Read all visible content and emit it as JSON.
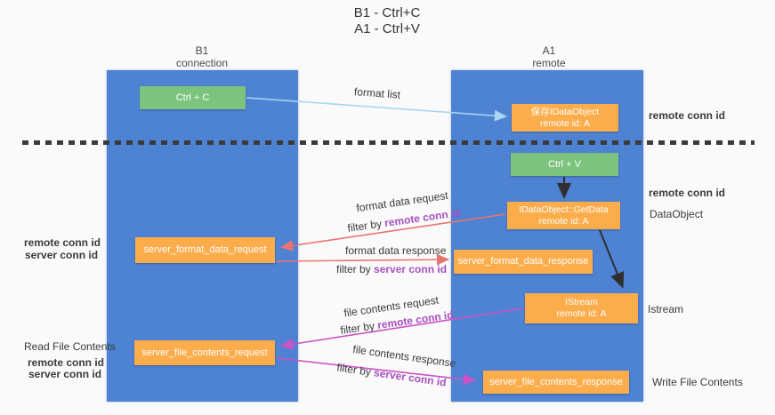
{
  "title": {
    "line1": "B1 - Ctrl+C",
    "line2": "A1 - Ctrl+V"
  },
  "lanes": {
    "left": {
      "name": "B1",
      "role": "connection"
    },
    "right": {
      "name": "A1",
      "role": "remote"
    }
  },
  "nodes": {
    "ctrl_c": {
      "label": "Ctrl + C"
    },
    "save_dataobject": {
      "line1": "保存IDataObject",
      "line2": "remote id: A"
    },
    "ctrl_v": {
      "label": "Ctrl + V"
    },
    "getdata": {
      "line1": "IDataObject::GetData",
      "line2": "remote id: A"
    },
    "server_format_data_request": {
      "label": "server_format_data_request"
    },
    "server_format_data_response": {
      "label": "server_format_data_response"
    },
    "istream": {
      "line1": "IStream",
      "line2": "remote id: A"
    },
    "server_file_contents_request": {
      "label": "server_file_contents_request"
    },
    "server_file_contents_response": {
      "label": "server_file_contents_response"
    }
  },
  "edges": {
    "format_list": {
      "label": "format list"
    },
    "format_data_request": {
      "label": "format data request",
      "filter_prefix": "filter by ",
      "filter_key": "remote conn id"
    },
    "format_data_response": {
      "label": "format data response",
      "filter_prefix": "filter by ",
      "filter_key": "server conn id"
    },
    "file_contents_request": {
      "label": "file contents request",
      "filter_prefix": "filter by ",
      "filter_key": "remote conn id"
    },
    "file_contents_response": {
      "label": "file contents response",
      "filter_prefix": "filter by ",
      "filter_key": "server conn id"
    }
  },
  "side_labels": {
    "right_remote_conn_top": "remote conn id",
    "right_remote_conn_mid": "remote conn id",
    "right_dataobject": "DataObject",
    "right_istream": "Istream",
    "right_write_file": "Write File Contents",
    "left_remote_conn_mid": "remote conn id",
    "left_server_conn_mid": "server conn id",
    "left_read_file": "Read File Contents",
    "left_remote_conn_bottom": "remote conn id",
    "left_server_conn_bottom": "server conn id"
  },
  "colors": {
    "lane_blue": "#4e82d2",
    "node_green": "#7cc47e",
    "node_orange": "#fbad4c",
    "arrow_light_blue": "#a8d6f2",
    "arrow_black": "#2f2f2f",
    "arrow_red": "#e97373",
    "arrow_magenta": "#cc52c8",
    "text_purple": "#a850c0",
    "text_green": "#55a85a"
  }
}
